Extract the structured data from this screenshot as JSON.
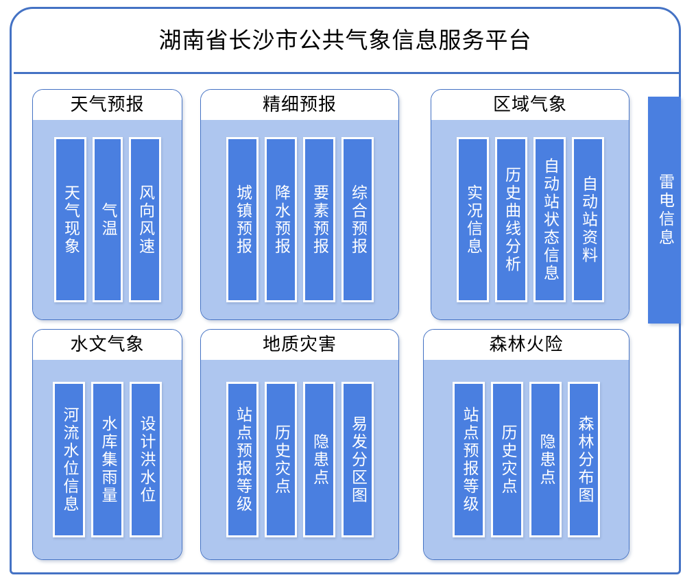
{
  "frame": {
    "title": "湖南省长沙市公共气象信息服务平台"
  },
  "panels": [
    {
      "id": "weather-forecast",
      "title": "天气预报",
      "items": [
        {
          "label": "天气现象"
        },
        {
          "label": "气温"
        },
        {
          "label": "风向风速"
        }
      ]
    },
    {
      "id": "fine-forecast",
      "title": "精细预报",
      "items": [
        {
          "label": "城镇预报"
        },
        {
          "label": "降水预报"
        },
        {
          "label": "要素预报"
        },
        {
          "label": "综合预报"
        }
      ]
    },
    {
      "id": "regional-meteorology",
      "title": "区域气象",
      "items": [
        {
          "label": "实况信息"
        },
        {
          "label": "历史曲线分析"
        },
        {
          "label": "自动站状态信息"
        },
        {
          "label": "自动站资料"
        }
      ]
    },
    {
      "id": "hydro-meteorology",
      "title": "水文气象",
      "items": [
        {
          "label": "河流水位信息"
        },
        {
          "label": "水库集雨量"
        },
        {
          "label": "设计洪水位"
        }
      ]
    },
    {
      "id": "geological-disaster",
      "title": "地质灾害",
      "items": [
        {
          "label": "站点预报等级"
        },
        {
          "label": "历史灾点"
        },
        {
          "label": "隐患点"
        },
        {
          "label": "易发分区图"
        }
      ]
    },
    {
      "id": "forest-fire-risk",
      "title": "森林火险",
      "items": [
        {
          "label": "站点预报等级"
        },
        {
          "label": "历史灾点"
        },
        {
          "label": "隐患点"
        },
        {
          "label": "森林分布图"
        }
      ]
    }
  ],
  "standalone": {
    "lightning": {
      "label": "雷电信息"
    }
  },
  "colors": {
    "frame_border": "#4472c4",
    "panel_border": "#4472c4",
    "panel_body_bg": "#aec6ef",
    "bar_fill": "#4a7fe0",
    "bar_border": "#ffffff",
    "bar_text": "#ffffff",
    "title_text": "#000000",
    "page_bg": "#ffffff"
  }
}
